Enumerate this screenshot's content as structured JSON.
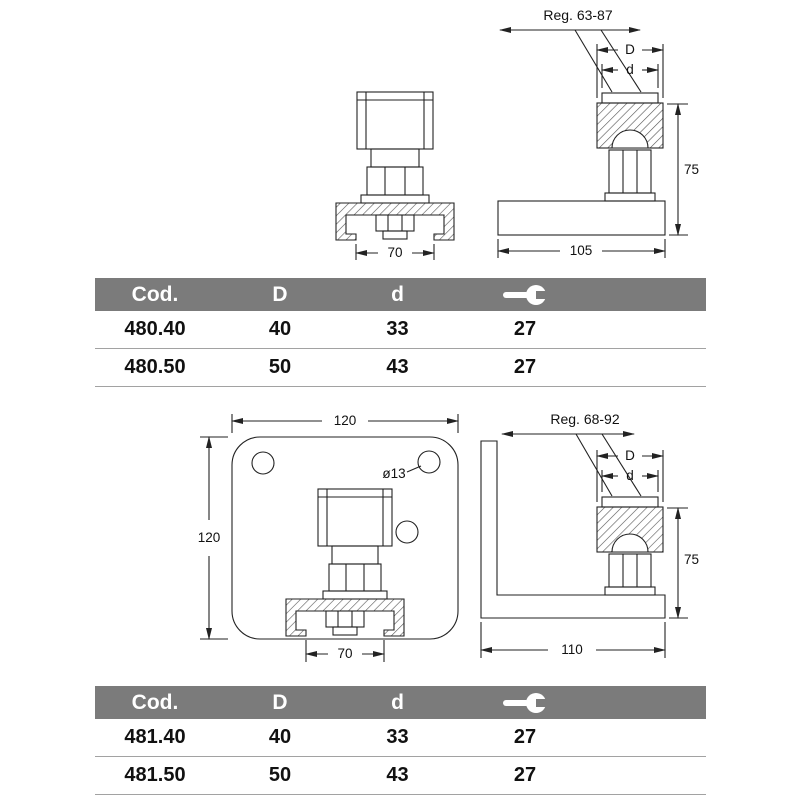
{
  "drawings": {
    "top_front": {
      "width": "70"
    },
    "top_side": {
      "reg": "Reg. 63-87",
      "D": "D",
      "d": "d",
      "height": "75",
      "width": "105"
    },
    "bottom_front": {
      "width_top": "120",
      "height_left": "120",
      "hole": "ø13",
      "width": "70"
    },
    "bottom_side": {
      "reg": "Reg. 68-92",
      "D": "D",
      "d": "d",
      "height": "75",
      "width": "110"
    }
  },
  "tables": {
    "headers": [
      "Cod.",
      "D",
      "d"
    ],
    "wrench_icon": "wrench-icon",
    "t480": {
      "rows": [
        [
          "480.40",
          "40",
          "33",
          "27"
        ],
        [
          "480.50",
          "50",
          "43",
          "27"
        ]
      ]
    },
    "t481": {
      "rows": [
        [
          "481.40",
          "40",
          "33",
          "27"
        ],
        [
          "481.50",
          "50",
          "43",
          "27"
        ]
      ]
    }
  },
  "colors": {
    "header_bg": "#7b7b7b",
    "row_line": "#a2a2a2",
    "ink": "#111111"
  }
}
